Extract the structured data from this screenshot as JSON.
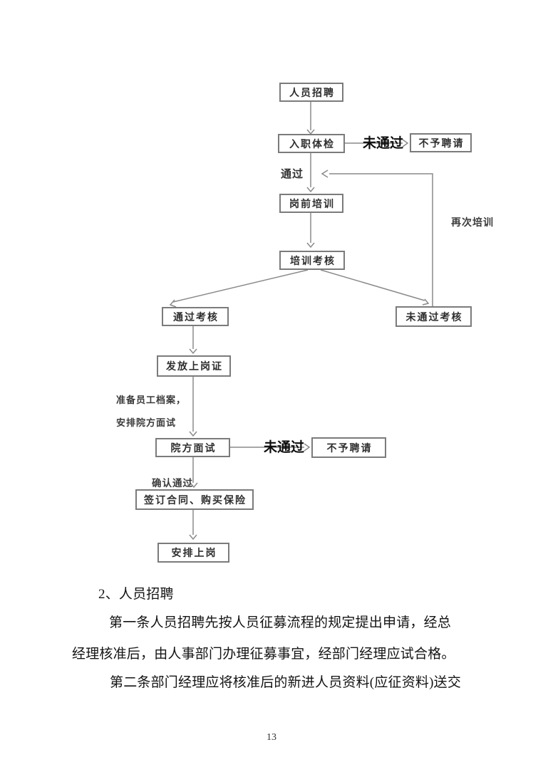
{
  "flowchart": {
    "boxes": {
      "recruit": "人员招聘",
      "physical": "入职体检",
      "reject_top": "不予聘请",
      "pre_training": "岗前培训",
      "assessment": "培训考核",
      "pass_assessment": "通过考核",
      "fail_assessment": "未通过考核",
      "issue_permit": "发放上岗证",
      "hospital_interview": "院方面试",
      "reject_mid": "不予聘请",
      "sign_contract": "签订合同、购买保险",
      "start_work": "安排上岗"
    },
    "labels": {
      "fail_top": "未通过",
      "pass": "通过",
      "retrain": "再次培训",
      "prepare_line1": "准备员工档案，",
      "prepare_line2": "安排院方面试",
      "fail_mid": "未通过",
      "confirm_pass": "确认通过"
    },
    "edges": [
      {
        "from": "人员招聘",
        "to": "入职体检",
        "label": ""
      },
      {
        "from": "入职体检",
        "to": "不予聘请",
        "label": "未通过"
      },
      {
        "from": "入职体检",
        "to": "岗前培训",
        "label": "通过"
      },
      {
        "from": "岗前培训",
        "to": "培训考核",
        "label": ""
      },
      {
        "from": "培训考核",
        "to": "通过考核",
        "label": ""
      },
      {
        "from": "培训考核",
        "to": "未通过考核",
        "label": ""
      },
      {
        "from": "未通过考核",
        "to": "岗前培训",
        "label": "再次培训"
      },
      {
        "from": "通过考核",
        "to": "发放上岗证",
        "label": ""
      },
      {
        "from": "发放上岗证",
        "to": "院方面试",
        "label": "准备员工档案，安排院方面试"
      },
      {
        "from": "院方面试",
        "to": "不予聘请",
        "label": "未通过"
      },
      {
        "from": "院方面试",
        "to": "签订合同、购买保险",
        "label": "确认通过"
      },
      {
        "from": "签订合同、购买保险",
        "to": "安排上岗",
        "label": ""
      }
    ],
    "colors": {
      "box_border": "#7b7b7b",
      "connector": "#8a8a8a",
      "box_text": "#2e2e2e",
      "emphasis_text": "#0d0d0d"
    }
  },
  "body": {
    "heading": "2、人员招聘",
    "para1_line1": "第一条人员招聘先按人员征募流程的规定提出申请，经总",
    "para1_line2": "经理核准后，由人事部门办理征募事宜，经部门经理应试合格。",
    "para2": "第二条部门经理应将核准后的新进人员资料(应征资料)送交"
  },
  "page": {
    "number": "13"
  }
}
